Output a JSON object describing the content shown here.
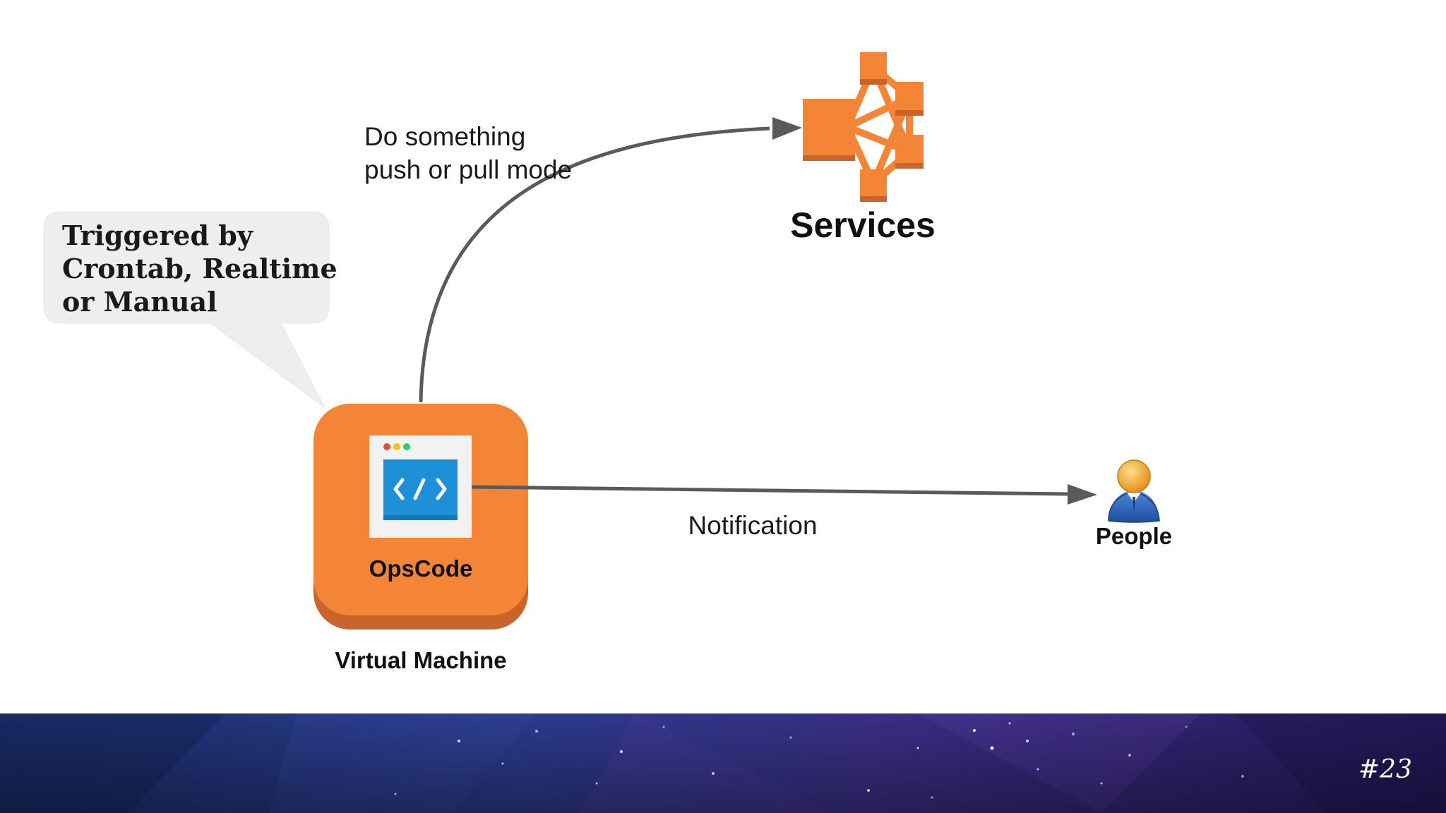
{
  "diagram": {
    "callout": {
      "lines": [
        "Triggered by",
        "Crontab, Realtime",
        "or Manual"
      ]
    },
    "push_label": {
      "lines": [
        "Do something",
        "push or pull mode"
      ]
    },
    "services_label": "Services",
    "opscode_label": "OpsCode",
    "vm_label": "Virtual Machine",
    "notification_label": "Notification",
    "people_label": "People"
  },
  "footer": {
    "slide_number": "#23"
  },
  "colors": {
    "orange": "#F58536",
    "orange_dark": "#C9642A",
    "screen_blue": "#1E90D8",
    "arrow_gray": "#5A5A5A",
    "callout_bg": "#EEEEEE"
  }
}
